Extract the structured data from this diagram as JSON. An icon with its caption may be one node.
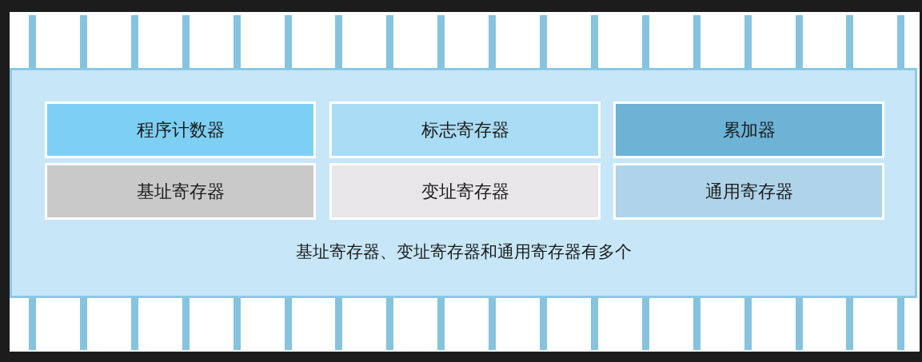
{
  "diagram": {
    "nodes": [
      {
        "text": [
          "基址寄存器、变址寄存器和通用寄存器有多个"
        ]
      },
      {
        "text": [
          "程序计数器"
        ],
        "in": 0
      },
      {
        "text": [
          "标志寄存器"
        ],
        "in": 0
      },
      {
        "text": [
          "累加器"
        ],
        "in": 0
      },
      {
        "text": [
          "基址寄存器"
        ],
        "in": 0
      },
      {
        "text": [
          "变址寄存器"
        ],
        "in": 0
      },
      {
        "text": [
          "通用寄存器"
        ],
        "in": 0
      }
    ],
    "edges": []
  }
}
